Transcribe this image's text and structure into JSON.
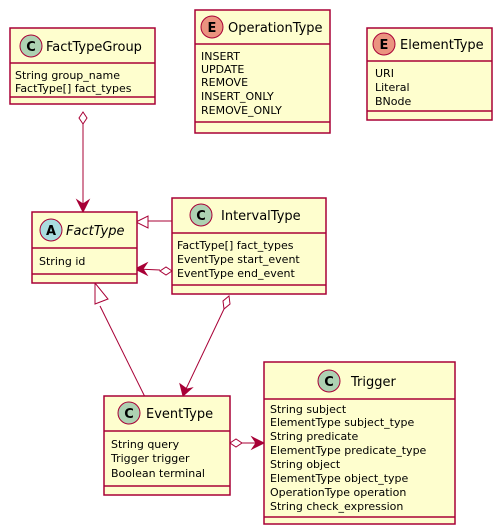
{
  "colors": {
    "box_fill": "#FEFECE",
    "box_border": "#A80036",
    "badge_class": "#ADD1B2",
    "badge_enum": "#EB937F",
    "badge_abstract": "#A9DCDF",
    "edge": "#A80036"
  },
  "classes": {
    "fact_type_group": {
      "badge": "C",
      "name": "FactTypeGroup",
      "attributes": [
        "String group_name",
        "FactType[] fact_types"
      ]
    },
    "operation_type": {
      "badge": "E",
      "name": "OperationType",
      "values": [
        "INSERT",
        "UPDATE",
        "REMOVE",
        "INSERT_ONLY",
        "REMOVE_ONLY"
      ]
    },
    "element_type": {
      "badge": "E",
      "name": "ElementType",
      "values": [
        "URI",
        "Literal",
        "BNode"
      ]
    },
    "fact_type": {
      "badge": "A",
      "name": "FactType",
      "attributes": [
        "String id"
      ]
    },
    "interval_type": {
      "badge": "C",
      "name": "IntervalType",
      "attributes": [
        "FactType[] fact_types",
        "EventType start_event",
        "EventType end_event"
      ]
    },
    "event_type": {
      "badge": "C",
      "name": "EventType",
      "attributes": [
        "String query",
        "Trigger trigger",
        "Boolean terminal"
      ]
    },
    "trigger": {
      "badge": "C",
      "name": "Trigger",
      "attributes": [
        "String subject",
        "ElementType subject_type",
        "String predicate",
        "ElementType predicate_type",
        "String object",
        "ElementType object_type",
        "OperationType operation",
        "String check_expression"
      ]
    }
  }
}
